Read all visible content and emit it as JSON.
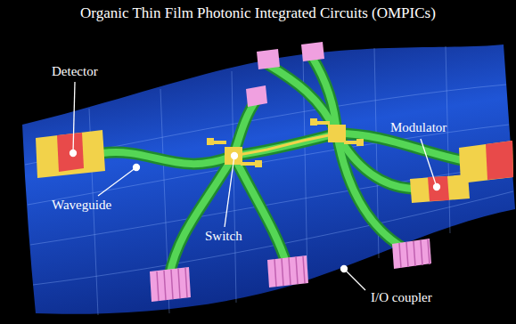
{
  "diagram": {
    "title": "Organic Thin Film Photonic Integrated Circuits (OMPICs)",
    "labels": [
      "Detector",
      "Waveguide",
      "Switch",
      "Modulator",
      "I/O coupler"
    ]
  }
}
